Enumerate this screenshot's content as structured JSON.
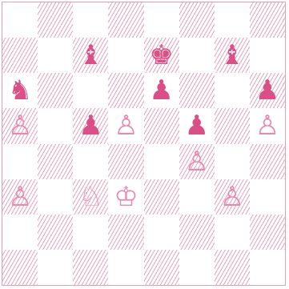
{
  "board": {
    "ranks": [
      [
        "",
        "",
        "",
        "",
        "",
        "",
        "",
        ""
      ],
      [
        "",
        "",
        "b",
        "",
        "k",
        "",
        "b",
        ""
      ],
      [
        "n",
        "",
        "",
        "",
        "p",
        "",
        "",
        "p"
      ],
      [
        "P",
        "",
        "p",
        "P",
        "",
        "p",
        "",
        "P"
      ],
      [
        "",
        "",
        "",
        "",
        "",
        "P",
        "",
        ""
      ],
      [
        "P",
        "",
        "N",
        "K",
        "",
        "",
        "P",
        ""
      ],
      [
        "",
        "",
        "",
        "",
        "",
        "",
        "",
        ""
      ],
      [
        "",
        "",
        "",
        "",
        "",
        "",
        "",
        ""
      ]
    ],
    "piece_icons": {
      "K": "white-king-icon",
      "Q": "white-queen-icon",
      "R": "white-rook-icon",
      "B": "white-bishop-icon",
      "N": "white-knight-icon",
      "P": "white-pawn-icon",
      "k": "black-king-icon",
      "q": "black-queen-icon",
      "r": "black-rook-icon",
      "b": "black-bishop-icon",
      "n": "black-knight-icon",
      "p": "black-pawn-icon"
    },
    "glyphs": {
      "K": "♔",
      "Q": "♕",
      "R": "♖",
      "B": "♗",
      "N": "♘",
      "P": "♙",
      "k": "♚",
      "q": "♛",
      "r": "♜",
      "b": "♝",
      "n": "♞",
      "p": "♟"
    },
    "colors": {
      "ink": "#de5c8e",
      "hatch": "#e8a3bd"
    }
  }
}
